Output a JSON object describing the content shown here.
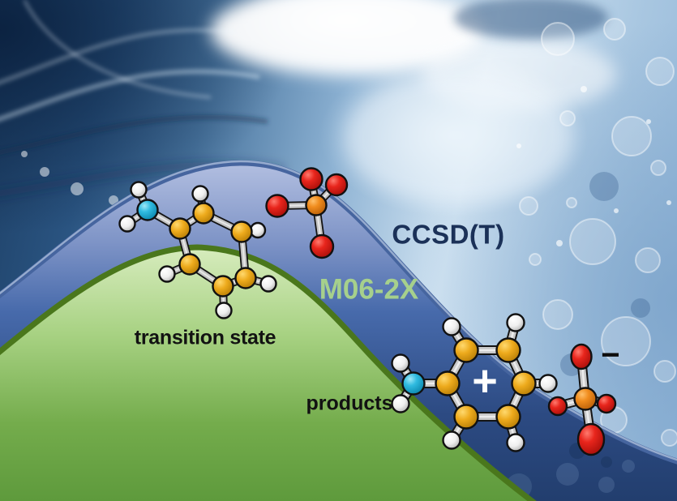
{
  "labels": {
    "ccsdt": "CCSD(T)",
    "m06_2x": "M06-2X",
    "transition_state": "transition state",
    "products": "products",
    "cation_charge": "+",
    "anion_charge": "−"
  },
  "colors": {
    "ccsdt_label": "#1b3158",
    "m06_2x_label": "#a6d08c",
    "state_labels": "#121212",
    "cation_charge": "#ffffff",
    "anion_charge": "#0d0d0d",
    "blue_curve_stroke": "#46659f",
    "blue_curve_fill_top": "#b5c1e2",
    "blue_curve_fill_bottom": "#223e6e",
    "green_curve_stroke": "#4a771c",
    "green_curve_fill_top": "#d9edc0",
    "green_curve_fill_bottom": "#5e9a3c",
    "carbon_atom": "#edaa1c",
    "hydrogen_atom": "#f0f0f0",
    "nitrogen_atom": "#30bbe0",
    "oxygen_atom": "#e8251c",
    "phosphorus_atom": "#f08c1d"
  },
  "molecules": {
    "transition_state": "aniline ring with phosphate group (ball-and-stick)",
    "products_cation": "anilinium cation ring (ball-and-stick)",
    "products_anion": "phosphate anion (ball-and-stick)"
  }
}
